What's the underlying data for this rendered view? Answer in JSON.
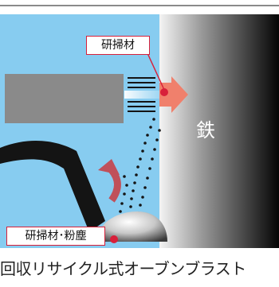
{
  "labels": {
    "abrasive": "研掃材",
    "iron": "鉄",
    "abrasive_dust": "研掃材･粉塵"
  },
  "caption": "回収リサイクル式オーブンブラスト",
  "colors": {
    "sky": "#87ccf0",
    "nozzle": "#8a8a8a",
    "arrow": "#f0806c",
    "red_accent": "#d8203a",
    "hose": "#141414",
    "return_arrow": "#c0505a"
  },
  "icons": {
    "iron_plate": "gradient-plate",
    "nozzle": "blast-nozzle",
    "recovery_hose": "suction-hose",
    "collector": "dust-collector-dome"
  }
}
